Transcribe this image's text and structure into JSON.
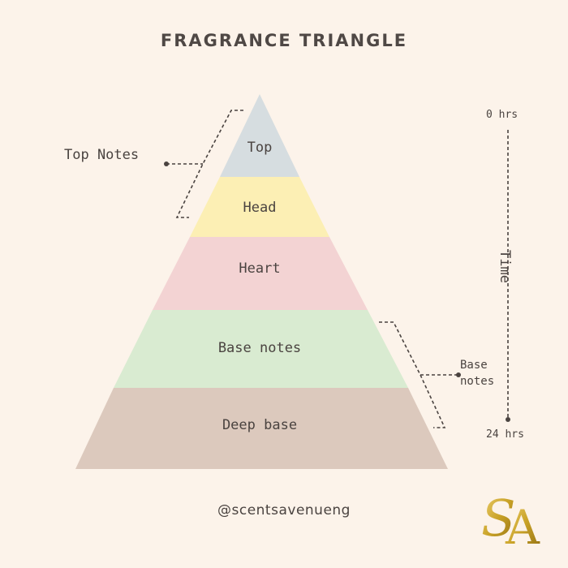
{
  "title": "FRAGRANCE TRIANGLE",
  "layers": [
    {
      "label": "Top",
      "color": "#d6dde0"
    },
    {
      "label": "Head",
      "color": "#fcefb4"
    },
    {
      "label": "Heart",
      "color": "#f3d3d3"
    },
    {
      "label": "Base notes",
      "color": "#d9ebd1"
    },
    {
      "label": "Deep base",
      "color": "#dcc9bd"
    }
  ],
  "callouts": {
    "top": "Top Notes",
    "base_line1": "Base",
    "base_line2": "notes"
  },
  "timeline": {
    "start": "0 hrs",
    "end": "24 hrs",
    "axis_label": "Time"
  },
  "handle": "@scentsavenueng",
  "logo": {
    "letters": "SA",
    "color": "#c9a227"
  },
  "colors": {
    "background": "#fcf3ea",
    "text": "#4a4340",
    "line": "#4a4340"
  }
}
